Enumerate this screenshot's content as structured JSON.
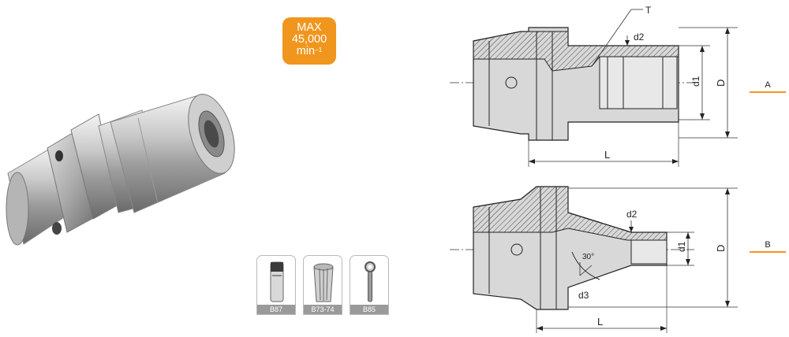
{
  "badge": {
    "line1": "MAX",
    "line2": "45,000",
    "line3": "min",
    "line3_sup": "−1"
  },
  "accessories": [
    {
      "label": "B87",
      "icon": "collet-chuck-icon"
    },
    {
      "label": "B73-74",
      "icon": "collet-icon"
    },
    {
      "label": "B85",
      "icon": "wrench-icon"
    }
  ],
  "drawing_a": {
    "tag": "A",
    "labels": {
      "t": "T",
      "d2": "d2",
      "d1": "d1",
      "d": "D",
      "l": "L"
    }
  },
  "drawing_b": {
    "tag": "B",
    "labels": {
      "d2": "d2",
      "d1": "d1",
      "d": "D",
      "l": "L",
      "d3": "d3",
      "angle": "30°"
    }
  },
  "colors": {
    "accent": "#f0961e",
    "hatch": "#444444",
    "body": "#d8d8d8",
    "line": "#222222"
  }
}
